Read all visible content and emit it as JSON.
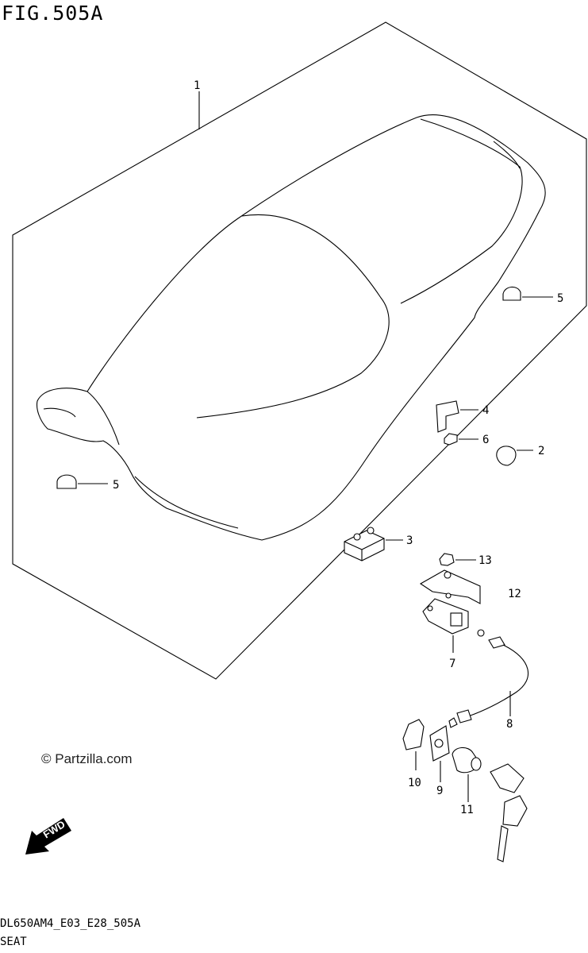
{
  "figure": {
    "title": "FIG.505A"
  },
  "footer": {
    "code": "DL650AM4_E03_E28_505A",
    "name": "SEAT"
  },
  "watermark": {
    "text": "© Partzilla.com"
  },
  "fwd_arrow": {
    "label": "FWD"
  },
  "callouts": {
    "c1": "1",
    "c2": "2",
    "c3": "3",
    "c4": "4",
    "c5a": "5",
    "c5b": "5",
    "c6": "6",
    "c7": "7",
    "c8": "8",
    "c9": "9",
    "c10": "10",
    "c11": "11",
    "c12": "12",
    "c13": "13"
  }
}
